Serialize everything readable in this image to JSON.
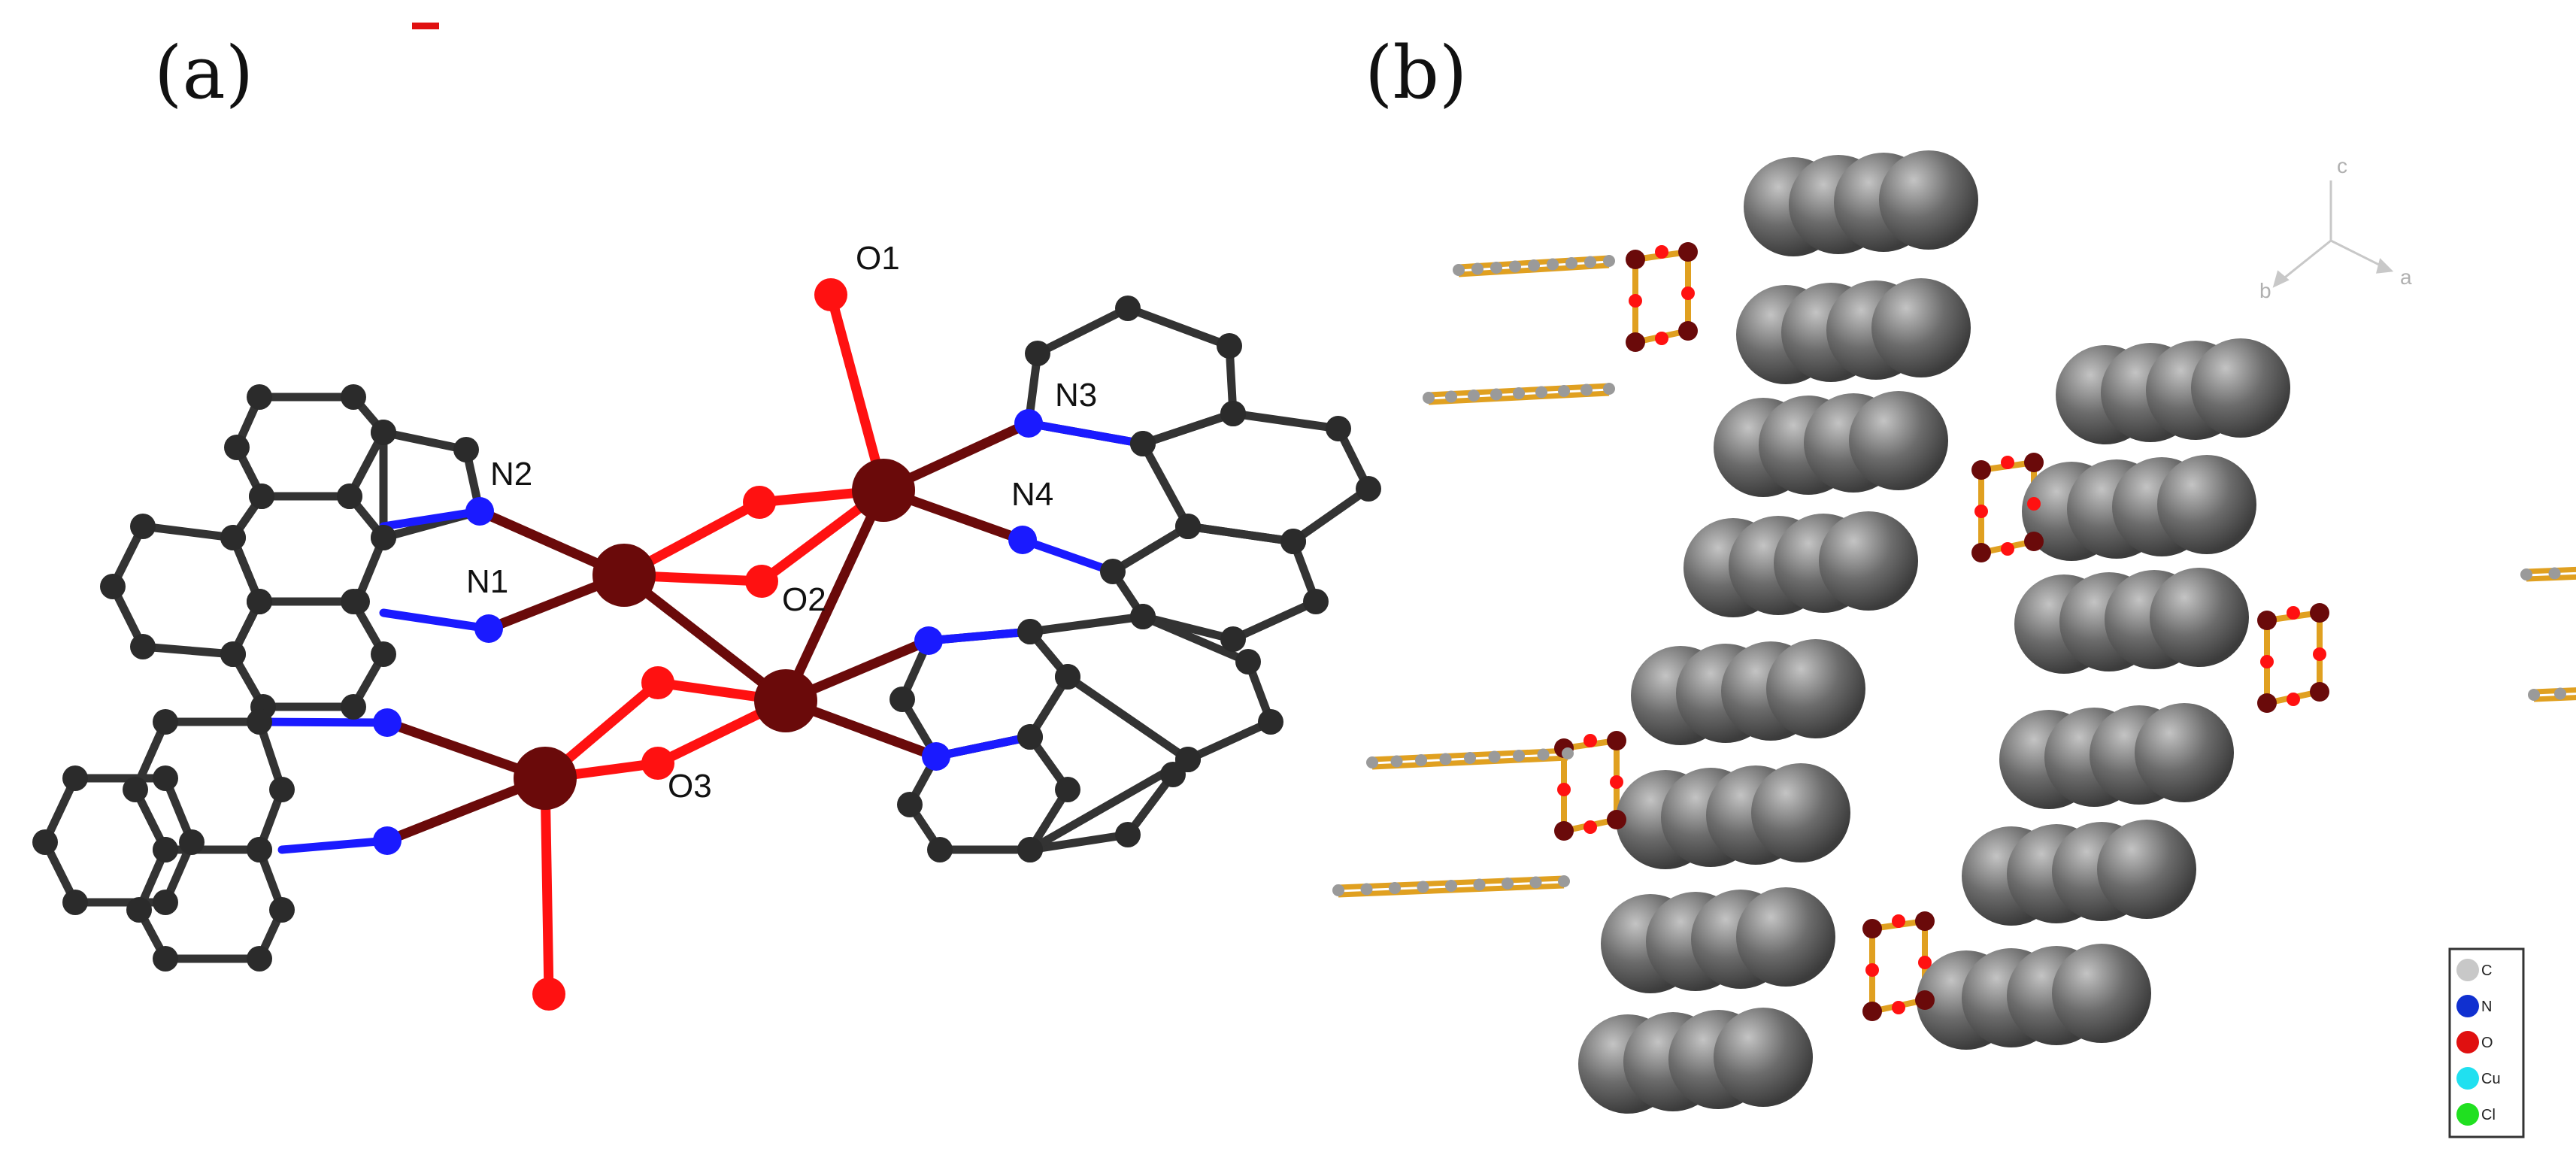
{
  "panels": [
    {
      "label": "(a)"
    },
    {
      "label": "(b)"
    }
  ],
  "atom_labels": [
    "O1",
    "N2",
    "N1",
    "O2",
    "N3",
    "N4",
    "O3"
  ],
  "axis_labels": {
    "c": "c",
    "a": "a",
    "b": "b"
  },
  "legend": [
    {
      "label": "C",
      "color": "#c8c8c8"
    },
    {
      "label": "N",
      "color": "#1030d0"
    },
    {
      "label": "O",
      "color": "#e01010"
    },
    {
      "label": "Cu",
      "color": "#20e0f0"
    },
    {
      "label": "Cl",
      "color": "#20e020"
    }
  ],
  "colors": {
    "carbon": "#2b2b2b",
    "bond": "#333333",
    "nitrogen": "#1a1aff",
    "oxygen": "#ff1111",
    "copper": "#6a0a0a",
    "stick": "#e0a020",
    "spacefill": "#6c6c6c"
  }
}
